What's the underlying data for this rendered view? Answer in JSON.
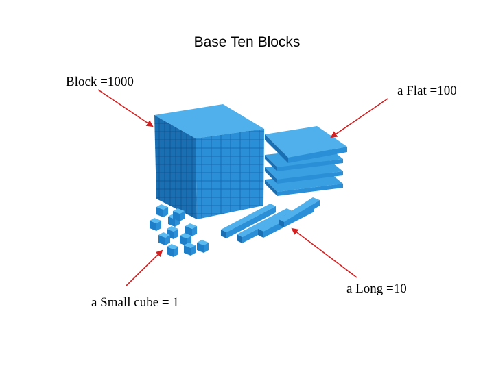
{
  "title": "Base Ten Blocks",
  "labels": {
    "block": "Block =1000",
    "flat": "a Flat =100",
    "small_cube": "a Small cube = 1",
    "long": "a Long =10"
  },
  "colors": {
    "block_front": "#2a8fd6",
    "block_side": "#1a6fb3",
    "block_top": "#4fb0ec",
    "arrow": "#d42020"
  }
}
